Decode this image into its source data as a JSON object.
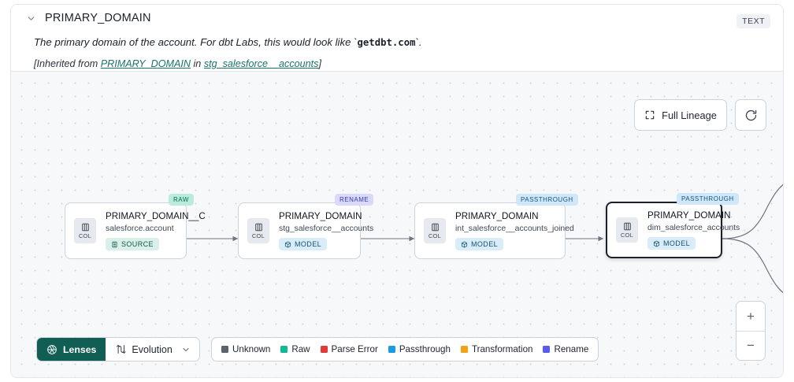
{
  "header": {
    "collapse_icon": "chevron-down-icon",
    "title": "PRIMARY_DOMAIN",
    "type_badge": "TEXT",
    "description_prefix": "The primary domain of the account. For dbt Labs, this would look like `",
    "description_code": "getdbt.com",
    "description_suffix": "`.",
    "inherited_prefix": "[Inherited from ",
    "inherited_column": "PRIMARY_DOMAIN",
    "inherited_middle": " in ",
    "inherited_table": "stg_salesforce__accounts",
    "inherited_suffix": "]"
  },
  "controls": {
    "full_lineage_label": "Full Lineage",
    "full_lineage_icon": "expand-icon",
    "refresh_icon": "refresh-icon",
    "zoom_in_label": "+",
    "zoom_out_label": "−"
  },
  "graph": {
    "col_chip_label": "COL",
    "nodes": [
      {
        "id": "node-1",
        "flag": "RAW",
        "flag_kind": "raw",
        "column": "PRIMARY_DOMAIN__C",
        "table": "salesforce.account",
        "badge": "SOURCE",
        "badge_kind": "source",
        "badge_icon": "database-icon",
        "selected": false
      },
      {
        "id": "node-2",
        "flag": "RENAME",
        "flag_kind": "rename",
        "column": "PRIMARY_DOMAIN",
        "table": "stg_salesforce__accounts",
        "badge": "MODEL",
        "badge_kind": "model",
        "badge_icon": "cube-icon",
        "selected": false
      },
      {
        "id": "node-3",
        "flag": "PASSTHROUGH",
        "flag_kind": "passthrough",
        "column": "PRIMARY_DOMAIN",
        "table": "int_salesforce__accounts_joined",
        "badge": "MODEL",
        "badge_kind": "model",
        "badge_icon": "cube-icon",
        "selected": false
      },
      {
        "id": "node-4",
        "flag": "PASSTHROUGH",
        "flag_kind": "passthrough",
        "column": "PRIMARY_DOMAIN",
        "table": "dim_salesforce_accounts",
        "badge": "MODEL",
        "badge_kind": "model",
        "badge_icon": "cube-icon",
        "selected": true
      }
    ]
  },
  "toolbar": {
    "lenses_label": "Lenses",
    "lenses_icon": "aperture-icon",
    "evolution_label": "Evolution",
    "evolution_icon": "evolution-icon",
    "evolution_chevron": "chevron-down-icon"
  },
  "legend": {
    "items": [
      {
        "label": "Unknown",
        "color": "#5b626c"
      },
      {
        "label": "Raw",
        "color": "#11b894"
      },
      {
        "label": "Parse Error",
        "color": "#e03b3b"
      },
      {
        "label": "Passthrough",
        "color": "#1e9be0"
      },
      {
        "label": "Transformation",
        "color": "#f0a318"
      },
      {
        "label": "Rename",
        "color": "#5b5bea"
      }
    ]
  },
  "colors": {
    "accent": "#115e54",
    "link": "#17736c",
    "canvas_bg": "#f7f8fa",
    "edge": "#6d7480"
  }
}
